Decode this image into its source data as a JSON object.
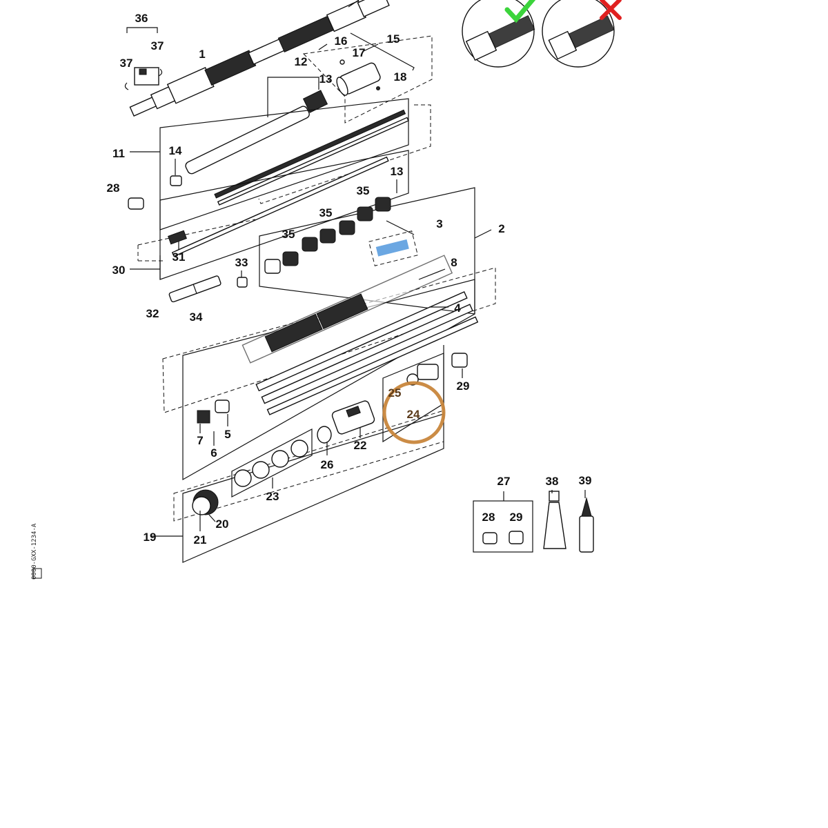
{
  "callouts": [
    {
      "id": "c36",
      "text": "36"
    },
    {
      "id": "c37a",
      "text": "37"
    },
    {
      "id": "c37b",
      "text": "37"
    },
    {
      "id": "c1",
      "text": "1"
    },
    {
      "id": "c16",
      "text": "16"
    },
    {
      "id": "c15",
      "text": "15"
    },
    {
      "id": "c17",
      "text": "17"
    },
    {
      "id": "c18",
      "text": "18"
    },
    {
      "id": "c12",
      "text": "12"
    },
    {
      "id": "c13a",
      "text": "13"
    },
    {
      "id": "c11",
      "text": "11"
    },
    {
      "id": "c14",
      "text": "14"
    },
    {
      "id": "c13b",
      "text": "13"
    },
    {
      "id": "c28a",
      "text": "28"
    },
    {
      "id": "c35a",
      "text": "35"
    },
    {
      "id": "c35b",
      "text": "35"
    },
    {
      "id": "c35c",
      "text": "35"
    },
    {
      "id": "c3",
      "text": "3"
    },
    {
      "id": "c2",
      "text": "2"
    },
    {
      "id": "c31",
      "text": "31"
    },
    {
      "id": "c30",
      "text": "30"
    },
    {
      "id": "c33",
      "text": "33"
    },
    {
      "id": "c8",
      "text": "8"
    },
    {
      "id": "c32",
      "text": "32"
    },
    {
      "id": "c34",
      "text": "34"
    },
    {
      "id": "c4",
      "text": "4"
    },
    {
      "id": "c29a",
      "text": "29"
    },
    {
      "id": "c25",
      "text": "25"
    },
    {
      "id": "c24",
      "text": "24"
    },
    {
      "id": "c7",
      "text": "7"
    },
    {
      "id": "c5",
      "text": "5"
    },
    {
      "id": "c6",
      "text": "6"
    },
    {
      "id": "c22",
      "text": "22"
    },
    {
      "id": "c26",
      "text": "26"
    },
    {
      "id": "c23",
      "text": "23"
    },
    {
      "id": "c20",
      "text": "20"
    },
    {
      "id": "c19",
      "text": "19"
    },
    {
      "id": "c21",
      "text": "21"
    },
    {
      "id": "c27",
      "text": "27"
    },
    {
      "id": "c38",
      "text": "38"
    },
    {
      "id": "c39",
      "text": "39"
    },
    {
      "id": "c28b",
      "text": "28"
    },
    {
      "id": "c29b",
      "text": "29"
    }
  ],
  "highlight": {
    "label": "24",
    "color": "#c8863c"
  },
  "colors": {
    "correct_mark": "#3cd43c",
    "wrong_mark": "#e02020",
    "line": "#111111"
  },
  "side_code": "0000-GXX-1234-A",
  "icons": [
    "checkmark-icon",
    "cross-icon"
  ]
}
